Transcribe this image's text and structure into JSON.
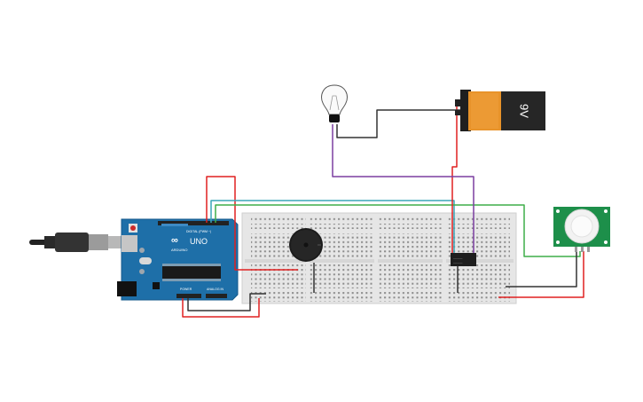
{
  "arduino": {
    "brand": "ARDUINO",
    "model": "UNO",
    "label_digital": "DIGITAL (PWM ~)",
    "label_power": "POWER",
    "label_analog": "ANALOG IN"
  },
  "battery": {
    "voltage_label": "9V"
  },
  "colors": {
    "wire_red": "#e02020",
    "wire_black": "#333333",
    "wire_purple": "#7b3fa0",
    "wire_teal": "#3aa6b9",
    "wire_green": "#3fae49",
    "arduino_blue": "#1e6fa8",
    "pir_green": "#1d8f4a",
    "battery_orange": "#e8932a"
  },
  "icons": {
    "bulb": "lightbulb-icon",
    "usb": "usb-cable-icon"
  }
}
